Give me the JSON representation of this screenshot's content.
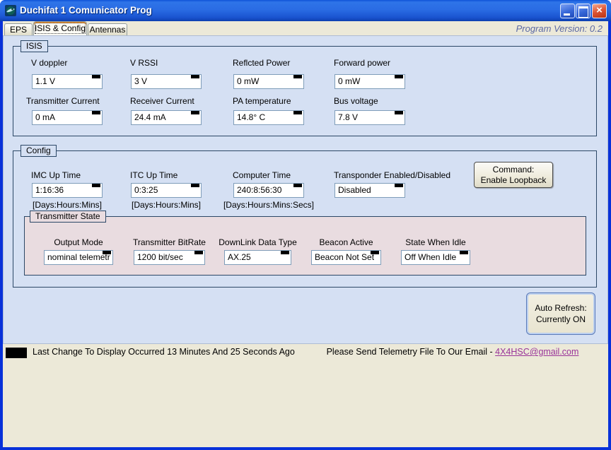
{
  "window": {
    "title": "Duchifat 1 Comunicator Prog"
  },
  "glyphs": {
    "close": "×"
  },
  "header": {
    "version": "Program Version: 0.2"
  },
  "tabs": [
    {
      "label": "EPS",
      "active": false
    },
    {
      "label": "ISIS & Config",
      "active": true
    },
    {
      "label": "Antennas",
      "active": false
    }
  ],
  "isis": {
    "legend": "ISIS",
    "fields": [
      {
        "label": "V doppler",
        "value": "1.1 V"
      },
      {
        "label": "V RSSI",
        "value": "3 V"
      },
      {
        "label": "Reflcted Power",
        "value": "0 mW"
      },
      {
        "label": "Forward power",
        "value": "0 mW"
      },
      {
        "label": "Transmitter Current",
        "value": "0 mA"
      },
      {
        "label": "Receiver Current",
        "value": "24.4 mA"
      },
      {
        "label": "PA temperature",
        "value": "14.8° C"
      },
      {
        "label": "Bus voltage",
        "value": "7.8 V"
      }
    ]
  },
  "config": {
    "legend": "Config",
    "fields": [
      {
        "label": "IMC Up Time",
        "value": "1:16:36",
        "caption": "[Days:Hours:Mins]"
      },
      {
        "label": "ITC Up Time",
        "value": "0:3:25",
        "caption": "[Days:Hours:Mins]"
      },
      {
        "label": "Computer Time",
        "value": "240:8:56:30",
        "caption": "[Days:Hours:Mins:Secs]"
      },
      {
        "label": "Transponder Enabled/Disabled",
        "value": "Disabled"
      }
    ],
    "command_button": {
      "line1": "Command:",
      "line2": "Enable Loopback"
    }
  },
  "transmitter_state": {
    "legend": "Transmitter State",
    "fields": [
      {
        "label": "Output Mode",
        "value": "nominal telemetr"
      },
      {
        "label": "Transmitter BitRate",
        "value": "1200 bit/sec"
      },
      {
        "label": "DownLink Data Type",
        "value": "AX.25"
      },
      {
        "label": "Beacon Active",
        "value": "Beacon Not Set"
      },
      {
        "label": "State When Idle",
        "value": "Off When Idle"
      }
    ]
  },
  "auto_refresh_button": {
    "line1": "Auto Refresh:",
    "line2": "Currently ON"
  },
  "status": {
    "last_change": "Last Change To Display Occurred 13 Minutes And 25 Seconds Ago",
    "email_prompt": "Please Send Telemetry File To Our Email - ",
    "email_link": "4X4HSC@gmail.com"
  },
  "colors": {
    "titlebar_blue": "#2a6ce4",
    "window_border_blue": "#0831d9",
    "page_blue": "#d5e0f3",
    "panel_pink": "#e9dce0",
    "chrome_beige": "#ece9d8",
    "tab_highlight_orange": "#e78f2f",
    "email_link_purple": "#993399",
    "indicator_black": "#000000",
    "version_text_blue": "#5b69a4"
  }
}
